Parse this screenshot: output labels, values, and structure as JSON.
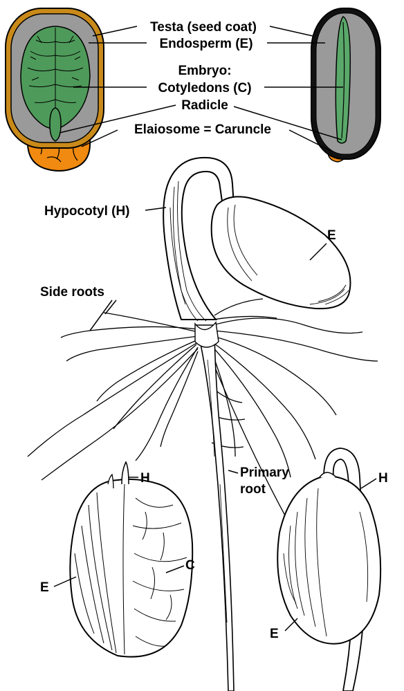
{
  "labels": {
    "testa": "Testa (seed coat)",
    "endosperm": "Endosperm (E)",
    "embryo": "Embryo:",
    "cotyledons": "Cotyledons (C)",
    "radicle": "Radicle",
    "elaiosome": "Elaiosome = Caruncle",
    "hypocotyl": "Hypocotyl (H)",
    "side_roots": "Side roots",
    "primary_root_1": "Primary",
    "primary_root_2": "root",
    "e_seedling": "E",
    "h_left": "H",
    "c_left": "C",
    "e_left": "E",
    "h_right": "H",
    "e_right": "E"
  },
  "colors": {
    "testa": "#c98a1a",
    "endosperm": "#9a9a9a",
    "cotyledon": "#4e9a5a",
    "cotyledon_narrow": "#5aa86a",
    "elaiosome": "#f08a10",
    "outline": "#000000"
  }
}
